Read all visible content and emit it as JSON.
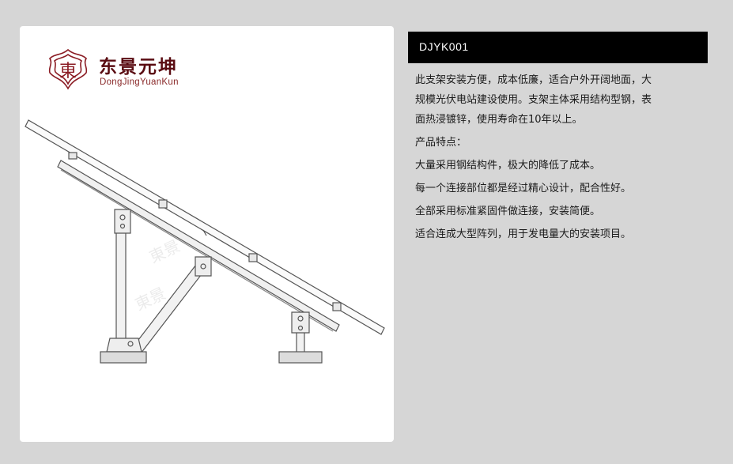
{
  "logo": {
    "glyph": "東",
    "name_cn": "东景元坤",
    "name_en": "DongJingYuanKun",
    "color": "#5a0c12"
  },
  "product": {
    "model": "DJYK001",
    "intro_lines": [
      "此支架安装方便，成本低廉，适合户外开阔地面，大",
      "规模光伏电站建设使用。支架主体采用结构型钢，表",
      "面热浸镀锌，使用寿命在10年以上。"
    ],
    "features_title": "产品特点：",
    "features": [
      "大量采用钢结构件，极大的降低了成本。",
      "每一个连接部位都是经过精心设计，配合性好。",
      "全部采用标准紧固件做连接，安装简便。",
      "适合连成大型阵列，用于发电量大的安装项目。"
    ]
  },
  "colors": {
    "background": "#d6d6d6",
    "title_bar": "#000000",
    "text": "#1a1a1a"
  }
}
